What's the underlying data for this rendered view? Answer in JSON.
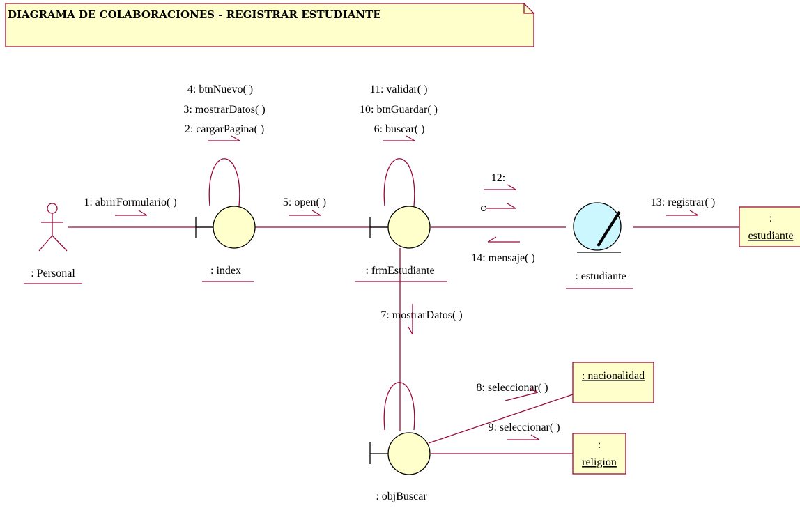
{
  "diagram": {
    "title": "DIAGRAMA DE COLABORACIONES - REGISTRAR ESTUDIANTE",
    "objects": {
      "personal": ": Personal",
      "index": ": index",
      "frm": ": frmEstudiante",
      "estudiante_entity": ": estudiante",
      "estudiante_class_colon": ":",
      "estudiante_class_name": "estudiante",
      "objbuscar": ": objBuscar",
      "nacionalidad": ": nacionalidad",
      "religion_colon": ":",
      "religion_name": "religion"
    },
    "messages": {
      "m1": "1: abrirFormulario( )",
      "m2": "2: cargarPagina( )",
      "m3": "3: mostrarDatos( )",
      "m4": "4: btnNuevo( )",
      "m5": "5: open( )",
      "m6": "6: buscar( )",
      "m7": "7: mostrarDatos( )",
      "m8": "8: seleccionar( )",
      "m9": "9: seleccionar( )",
      "m10": "10: btnGuardar( )",
      "m11": "11: validar( )",
      "m12": "12:",
      "m13": "13: registrar( )",
      "m14": "14: mensaje( )"
    }
  }
}
